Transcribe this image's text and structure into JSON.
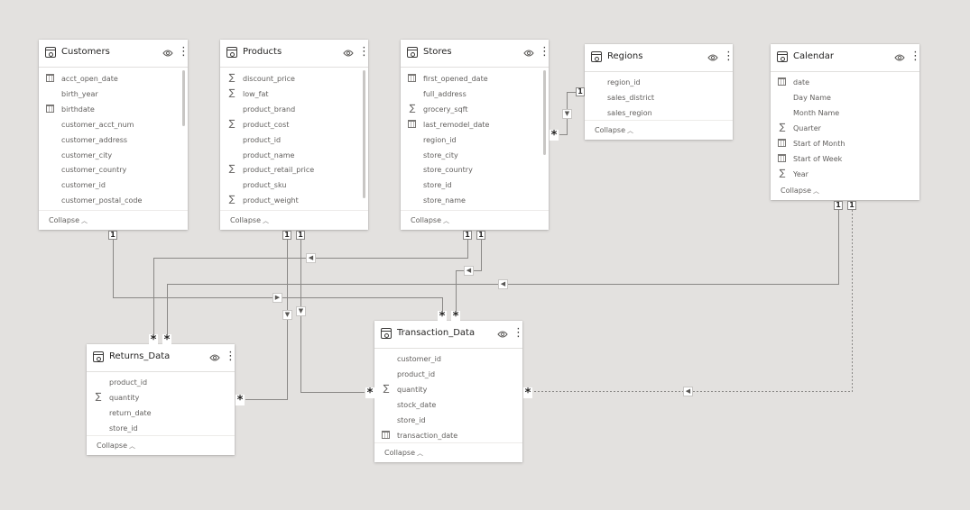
{
  "tables": {
    "customers": {
      "name": "Customers",
      "fields": [
        {
          "name": "acct_open_date",
          "icon": "calendar"
        },
        {
          "name": "birth_year",
          "icon": ""
        },
        {
          "name": "birthdate",
          "icon": "calendar"
        },
        {
          "name": "customer_acct_num",
          "icon": ""
        },
        {
          "name": "customer_address",
          "icon": ""
        },
        {
          "name": "customer_city",
          "icon": ""
        },
        {
          "name": "customer_country",
          "icon": ""
        },
        {
          "name": "customer_id",
          "icon": ""
        },
        {
          "name": "customer_postal_code",
          "icon": ""
        }
      ]
    },
    "products": {
      "name": "Products",
      "fields": [
        {
          "name": "discount_price",
          "icon": "sigma"
        },
        {
          "name": "low_fat",
          "icon": "sigma"
        },
        {
          "name": "product_brand",
          "icon": ""
        },
        {
          "name": "product_cost",
          "icon": "sigma"
        },
        {
          "name": "product_id",
          "icon": ""
        },
        {
          "name": "product_name",
          "icon": ""
        },
        {
          "name": "product_retail_price",
          "icon": "sigma"
        },
        {
          "name": "product_sku",
          "icon": ""
        },
        {
          "name": "product_weight",
          "icon": "sigma"
        }
      ]
    },
    "stores": {
      "name": "Stores",
      "fields": [
        {
          "name": "first_opened_date",
          "icon": "calendar"
        },
        {
          "name": "full_address",
          "icon": ""
        },
        {
          "name": "grocery_sqft",
          "icon": "sigma"
        },
        {
          "name": "last_remodel_date",
          "icon": "calendar"
        },
        {
          "name": "region_id",
          "icon": ""
        },
        {
          "name": "store_city",
          "icon": ""
        },
        {
          "name": "store_country",
          "icon": ""
        },
        {
          "name": "store_id",
          "icon": ""
        },
        {
          "name": "store_name",
          "icon": ""
        }
      ]
    },
    "regions": {
      "name": "Regions",
      "fields": [
        {
          "name": "region_id",
          "icon": ""
        },
        {
          "name": "sales_district",
          "icon": ""
        },
        {
          "name": "sales_region",
          "icon": ""
        }
      ]
    },
    "calendar": {
      "name": "Calendar",
      "fields": [
        {
          "name": "date",
          "icon": "calendar"
        },
        {
          "name": "Day Name",
          "icon": ""
        },
        {
          "name": "Month Name",
          "icon": ""
        },
        {
          "name": "Quarter",
          "icon": "sigma"
        },
        {
          "name": "Start of Month",
          "icon": "calendar"
        },
        {
          "name": "Start of Week",
          "icon": "calendar"
        },
        {
          "name": "Year",
          "icon": "sigma"
        }
      ]
    },
    "returns_data": {
      "name": "Returns_Data",
      "fields": [
        {
          "name": "product_id",
          "icon": ""
        },
        {
          "name": "quantity",
          "icon": "sigma"
        },
        {
          "name": "return_date",
          "icon": ""
        },
        {
          "name": "store_id",
          "icon": ""
        }
      ]
    },
    "transaction_data": {
      "name": "Transaction_Data",
      "fields": [
        {
          "name": "customer_id",
          "icon": ""
        },
        {
          "name": "product_id",
          "icon": ""
        },
        {
          "name": "quantity",
          "icon": "sigma"
        },
        {
          "name": "stock_date",
          "icon": ""
        },
        {
          "name": "store_id",
          "icon": ""
        },
        {
          "name": "transaction_date",
          "icon": "calendar"
        }
      ]
    }
  },
  "collapse_label": "Collapse",
  "cardinality": {
    "one": "1",
    "many": "*"
  },
  "colors": {
    "canvas": "#e3e1df",
    "line": "#8a8886",
    "card": "#ffffff"
  }
}
